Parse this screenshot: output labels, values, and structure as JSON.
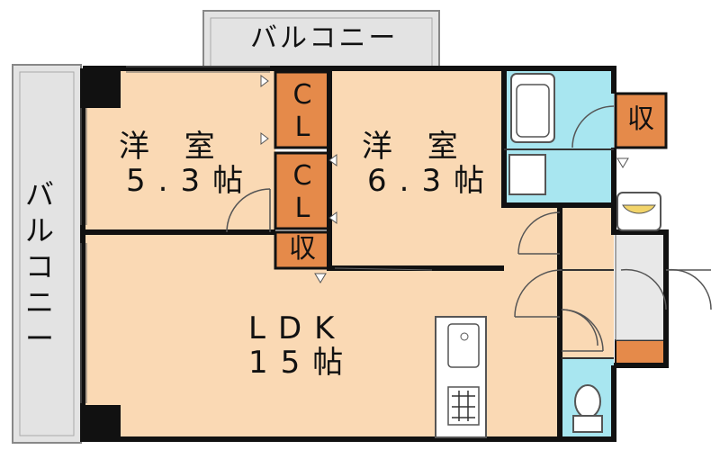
{
  "rooms": {
    "western_room_a": {
      "name": "洋 室",
      "size": "5.3帖"
    },
    "western_room_b": {
      "name": "洋 室",
      "size": "6.3帖"
    },
    "ldk": {
      "name": "LDK",
      "size": "15帖"
    }
  },
  "closets": {
    "cl_upper": "CL",
    "cl_lower": "CL",
    "storage_center": "収",
    "storage_right": "収"
  },
  "balconies": {
    "top": "バルコニー",
    "left": "バルコニー"
  },
  "colors": {
    "floor_beige": "#fad9b4",
    "wet_area_blue": "#a8e6f0",
    "closet_orange": "#e58a4a",
    "balcony_gray": "#e3e3e3",
    "wall_black": "#111111"
  }
}
